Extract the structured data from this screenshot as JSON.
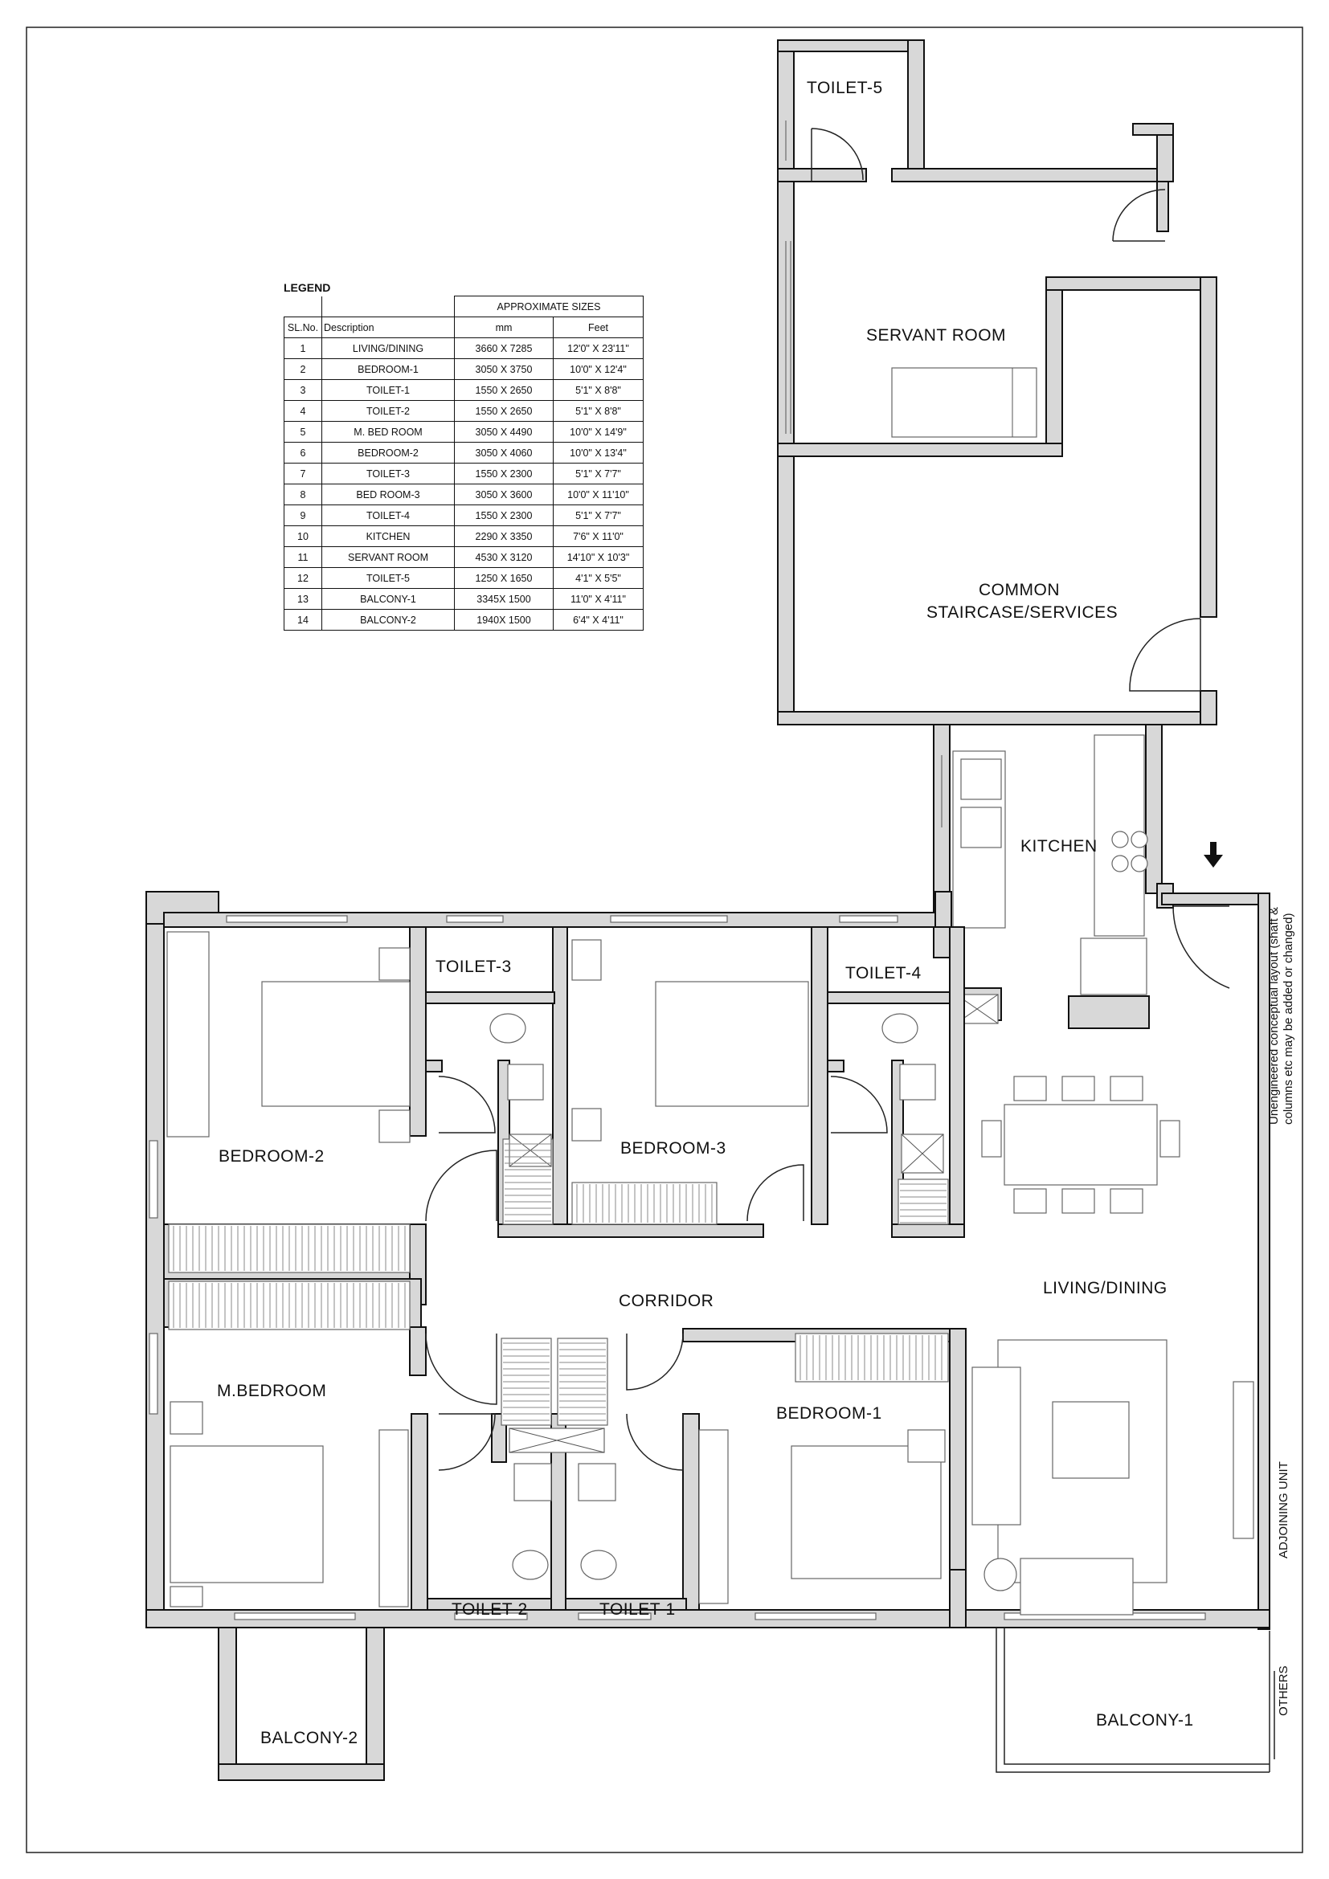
{
  "legend": {
    "title": "LEGEND",
    "group_header": "APPROXIMATE SIZES",
    "columns": [
      "SL.No.",
      "Description",
      "mm",
      "Feet"
    ],
    "rows": [
      [
        "1",
        "LIVING/DINING",
        "3660 X 7285",
        "12'0\" X 23'11\""
      ],
      [
        "2",
        "BEDROOM-1",
        "3050 X 3750",
        "10'0\" X 12'4\""
      ],
      [
        "3",
        "TOILET-1",
        "1550 X 2650",
        "5'1\" X 8'8\""
      ],
      [
        "4",
        "TOILET-2",
        "1550 X 2650",
        "5'1\" X 8'8\""
      ],
      [
        "5",
        "M. BED ROOM",
        "3050 X 4490",
        "10'0\" X 14'9\""
      ],
      [
        "6",
        "BEDROOM-2",
        "3050 X 4060",
        "10'0\" X 13'4\""
      ],
      [
        "7",
        "TOILET-3",
        "1550 X 2300",
        "5'1\" X 7'7\""
      ],
      [
        "8",
        "BED ROOM-3",
        "3050 X 3600",
        "10'0\" X 11'10\""
      ],
      [
        "9",
        "TOILET-4",
        "1550 X 2300",
        "5'1\" X 7'7\""
      ],
      [
        "10",
        "KITCHEN",
        "2290 X 3350",
        "7'6\" X 11'0\""
      ],
      [
        "11",
        "SERVANT ROOM",
        "4530 X 3120",
        "14'10\" X 10'3\""
      ],
      [
        "12",
        "TOILET-5",
        "1250 X 1650",
        "4'1\" X 5'5\""
      ],
      [
        "13",
        "BALCONY-1",
        "3345X 1500",
        "11'0\" X 4'11\""
      ],
      [
        "14",
        "BALCONY-2",
        "1940X 1500",
        "6'4\" X 4'11\""
      ]
    ]
  },
  "rooms": {
    "toilet5": "TOILET-5",
    "servant": "SERVANT ROOM",
    "common1": "COMMON",
    "common2": "STAIRCASE/SERVICES",
    "kitchen": "KITCHEN",
    "toilet3": "TOILET-3",
    "toilet4": "TOILET-4",
    "bedroom2": "BEDROOM-2",
    "bedroom3": "BEDROOM-3",
    "corridor": "CORRIDOR",
    "living": "LIVING/DINING",
    "mbedroom": "M.BEDROOM",
    "bedroom1": "BEDROOM-1",
    "toilet2": "TOILET-2",
    "toilet1": "TOILET-1",
    "balcony2": "BALCONY-2",
    "balcony1": "BALCONY-1"
  },
  "notes": {
    "unengineered1": "Unengineered conceptual layout (shaft &",
    "unengineered2": "columns etc may be added or changed)",
    "adjoining": "ADJOINING UNIT",
    "others": "OTHERS"
  },
  "icons": {
    "entry": "arrow-down-icon"
  }
}
